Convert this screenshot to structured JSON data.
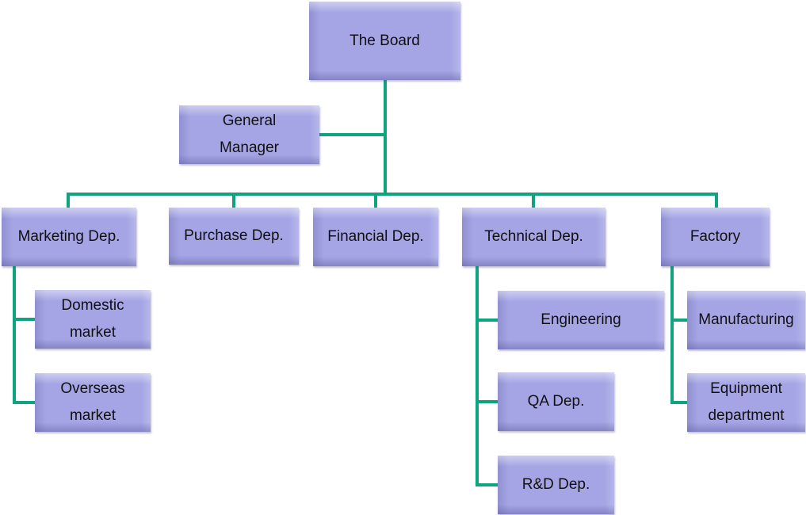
{
  "colors": {
    "box": "#a5a5e5",
    "connector": "#0fa37f",
    "text": "#111111"
  },
  "root": {
    "id": "board",
    "label": "The Board"
  },
  "assistant": {
    "id": "gm",
    "label": "General\nManager",
    "parent": "board"
  },
  "departments": [
    {
      "id": "marketing",
      "label": "Marketing Dep.",
      "children": [
        {
          "id": "domestic",
          "label": "Domestic\nmarket"
        },
        {
          "id": "overseas",
          "label": "Overseas\nmarket"
        }
      ]
    },
    {
      "id": "purchase",
      "label": "Purchase Dep.",
      "children": []
    },
    {
      "id": "financial",
      "label": "Financial Dep.",
      "children": []
    },
    {
      "id": "technical",
      "label": "Technical Dep.",
      "children": [
        {
          "id": "engineering",
          "label": "Engineering"
        },
        {
          "id": "qa",
          "label": "QA Dep."
        },
        {
          "id": "rnd",
          "label": "R&D Dep."
        }
      ]
    },
    {
      "id": "factory",
      "label": "Factory",
      "children": [
        {
          "id": "manufacturing",
          "label": "Manufacturing"
        },
        {
          "id": "equipment",
          "label": "Equipment\ndepartment"
        }
      ]
    }
  ]
}
